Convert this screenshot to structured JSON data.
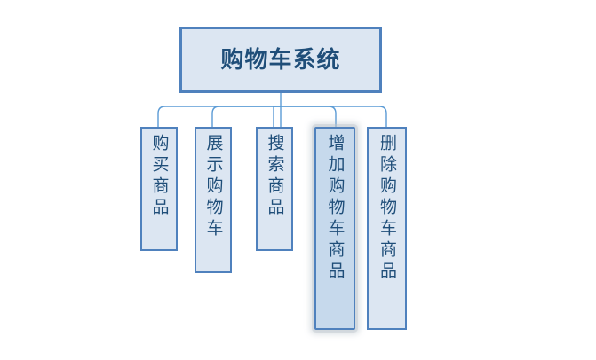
{
  "diagram": {
    "type": "hierarchy-org-chart",
    "title": "购物车系统",
    "background_color": "#ffffff",
    "node_fill_color": "#dce6f2",
    "node_border_color": "#4f81bd",
    "selected_fill_color": "#c6d9ec",
    "text_color": "#1f4e79",
    "connector_color": "#5b9bd5",
    "root": {
      "label": "购物车系统",
      "selected": false
    },
    "children": [
      {
        "label": "购买商品",
        "selected": false
      },
      {
        "label": "展示购物车",
        "selected": false
      },
      {
        "label": "搜索商品",
        "selected": false
      },
      {
        "label": "增加购物车商品",
        "selected": true
      },
      {
        "label": "删除购物车商品",
        "selected": false
      }
    ]
  }
}
